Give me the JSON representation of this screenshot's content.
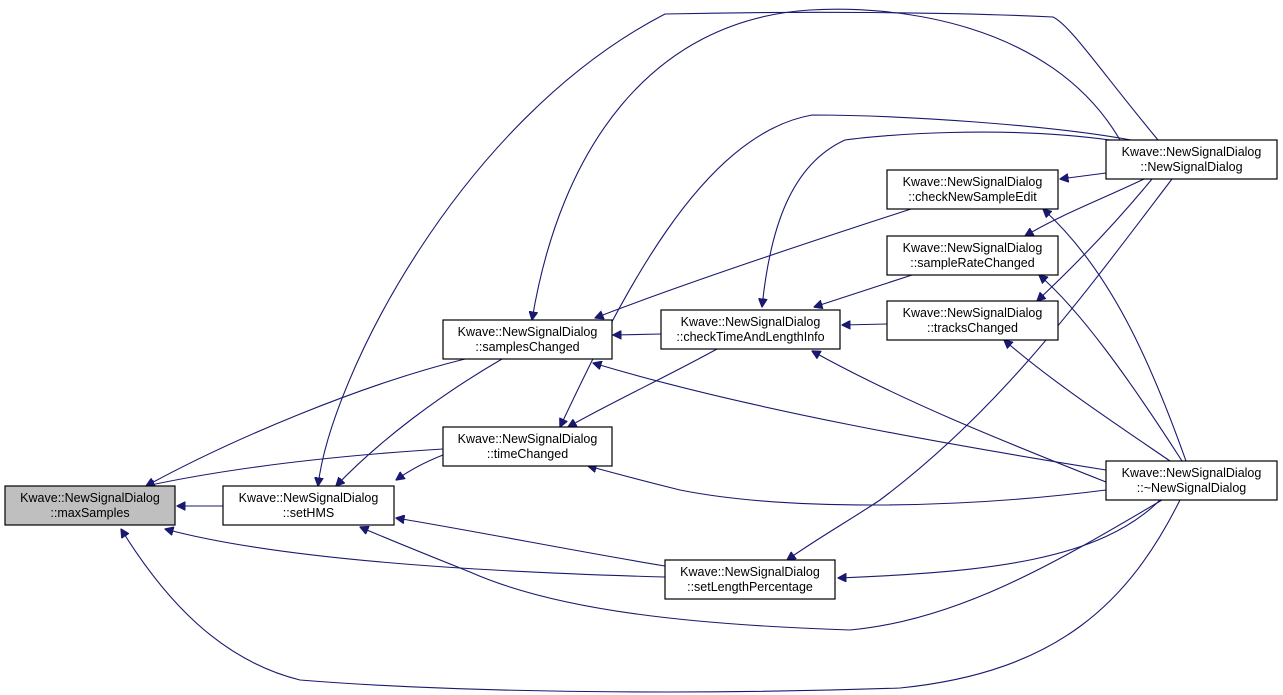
{
  "graph": {
    "nodes": [
      {
        "id": "maxSamples",
        "line1": "Kwave::NewSignalDialog",
        "line2": "::maxSamples",
        "root": true
      },
      {
        "id": "setHMS",
        "line1": "Kwave::NewSignalDialog",
        "line2": "::setHMS"
      },
      {
        "id": "samplesChanged",
        "line1": "Kwave::NewSignalDialog",
        "line2": "::samplesChanged"
      },
      {
        "id": "timeChanged",
        "line1": "Kwave::NewSignalDialog",
        "line2": "::timeChanged"
      },
      {
        "id": "checkTimeAndLengthInfo",
        "line1": "Kwave::NewSignalDialog",
        "line2": "::checkTimeAndLengthInfo"
      },
      {
        "id": "setLengthPercentage",
        "line1": "Kwave::NewSignalDialog",
        "line2": "::setLengthPercentage"
      },
      {
        "id": "checkNewSampleEdit",
        "line1": "Kwave::NewSignalDialog",
        "line2": "::checkNewSampleEdit"
      },
      {
        "id": "sampleRateChanged",
        "line1": "Kwave::NewSignalDialog",
        "line2": "::sampleRateChanged"
      },
      {
        "id": "tracksChanged",
        "line1": "Kwave::NewSignalDialog",
        "line2": "::tracksChanged"
      },
      {
        "id": "ctor",
        "line1": "Kwave::NewSignalDialog",
        "line2": "::NewSignalDialog"
      },
      {
        "id": "dtor",
        "line1": "Kwave::NewSignalDialog",
        "line2": "::~NewSignalDialog"
      }
    ],
    "edges": [
      {
        "from": "setHMS",
        "to": "maxSamples"
      },
      {
        "from": "samplesChanged",
        "to": "maxSamples"
      },
      {
        "from": "timeChanged",
        "to": "maxSamples"
      },
      {
        "from": "setLengthPercentage",
        "to": "maxSamples"
      },
      {
        "from": "dtor",
        "to": "maxSamples"
      },
      {
        "from": "samplesChanged",
        "to": "setHMS"
      },
      {
        "from": "timeChanged",
        "to": "setHMS"
      },
      {
        "from": "setLengthPercentage",
        "to": "setHMS"
      },
      {
        "from": "ctor",
        "to": "setHMS"
      },
      {
        "from": "dtor",
        "to": "setHMS"
      },
      {
        "from": "checkTimeAndLengthInfo",
        "to": "samplesChanged"
      },
      {
        "from": "checkNewSampleEdit",
        "to": "samplesChanged"
      },
      {
        "from": "ctor",
        "to": "samplesChanged"
      },
      {
        "from": "dtor",
        "to": "samplesChanged"
      },
      {
        "from": "checkTimeAndLengthInfo",
        "to": "timeChanged"
      },
      {
        "from": "ctor",
        "to": "timeChanged"
      },
      {
        "from": "dtor",
        "to": "timeChanged"
      },
      {
        "from": "sampleRateChanged",
        "to": "checkTimeAndLengthInfo"
      },
      {
        "from": "tracksChanged",
        "to": "checkTimeAndLengthInfo"
      },
      {
        "from": "ctor",
        "to": "checkTimeAndLengthInfo"
      },
      {
        "from": "dtor",
        "to": "checkTimeAndLengthInfo"
      },
      {
        "from": "ctor",
        "to": "checkNewSampleEdit"
      },
      {
        "from": "dtor",
        "to": "checkNewSampleEdit"
      },
      {
        "from": "ctor",
        "to": "sampleRateChanged"
      },
      {
        "from": "dtor",
        "to": "sampleRateChanged"
      },
      {
        "from": "ctor",
        "to": "tracksChanged"
      },
      {
        "from": "dtor",
        "to": "tracksChanged"
      },
      {
        "from": "ctor",
        "to": "setLengthPercentage"
      },
      {
        "from": "dtor",
        "to": "setLengthPercentage"
      }
    ],
    "colors": {
      "edge": "#191970",
      "root_fill": "#bfbfbf",
      "node_fill": "#ffffff",
      "border": "#000000"
    }
  }
}
